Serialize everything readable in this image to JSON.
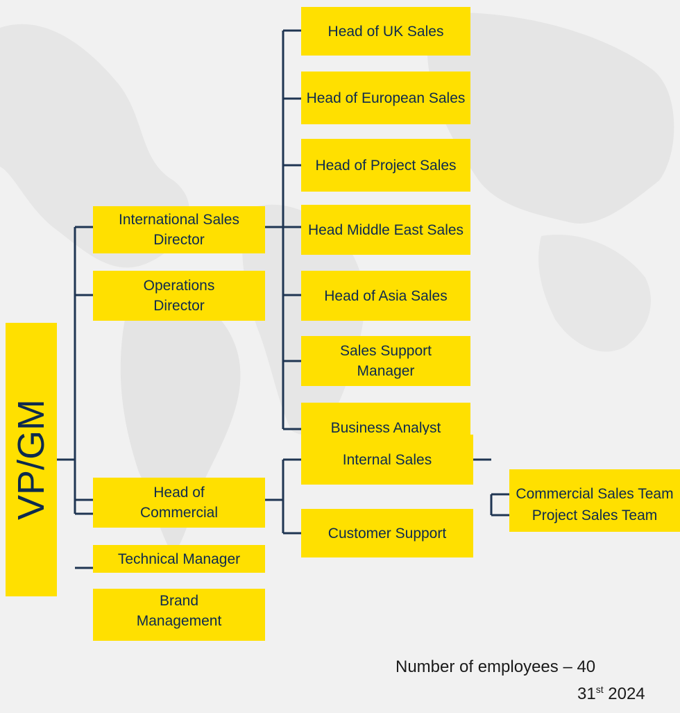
{
  "root": {
    "label": "VP/GM"
  },
  "level1": {
    "international_sales_director": "International Sales Director",
    "operations_director": "Operations Director",
    "head_of_commercial": "Head of Commercial",
    "technical_manager": "Technical Manager",
    "brand_management": "Brand Management"
  },
  "international_reports": [
    "Head of UK Sales",
    "Head of European Sales",
    "Head of Project Sales",
    "Head Middle East Sales",
    "Head of Asia Sales",
    "Sales Support Manager",
    "Business Analyst"
  ],
  "commercial_reports": {
    "internal_sales": "Internal Sales",
    "customer_support": "Customer Support"
  },
  "internal_sales_reports": {
    "commercial_sales_team": "Commercial Sales Team",
    "project_sales_team": "Project Sales Team"
  },
  "footnote": {
    "line1": "Number of employees – 40",
    "line2_prefix": "31",
    "line2_sup": "st",
    "line2_suffix": " 2024"
  },
  "colors": {
    "box_fill": "#ffe000",
    "connector": "#1f3552",
    "text": "#0d2a4e",
    "background": "#f1f1f1"
  }
}
